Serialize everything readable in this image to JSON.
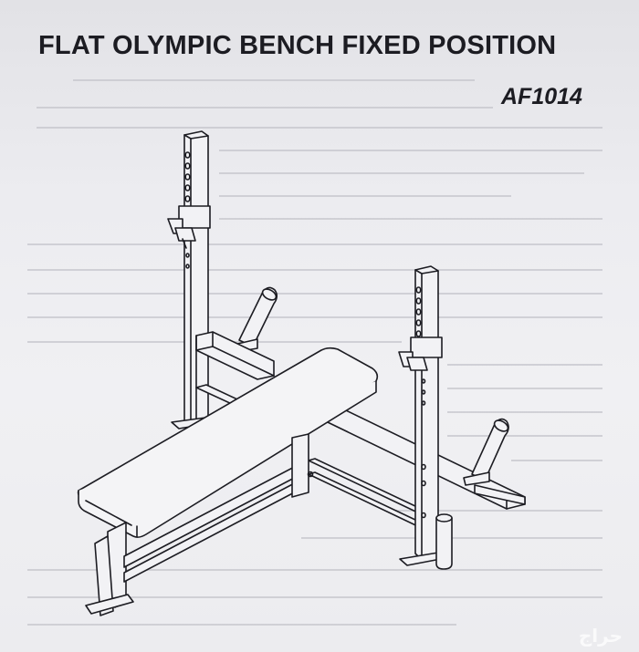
{
  "document": {
    "title": "FLAT OLYMPIC BENCH FIXED POSITION",
    "model_number": "AF1014"
  },
  "illustration": {
    "subject": "flat-olympic-bench-diagram"
  },
  "watermark": {
    "text": "حراج"
  },
  "colors": {
    "paper": "#ececf0",
    "ink": "#1c1c22",
    "show_through": "#b9b9c0"
  }
}
